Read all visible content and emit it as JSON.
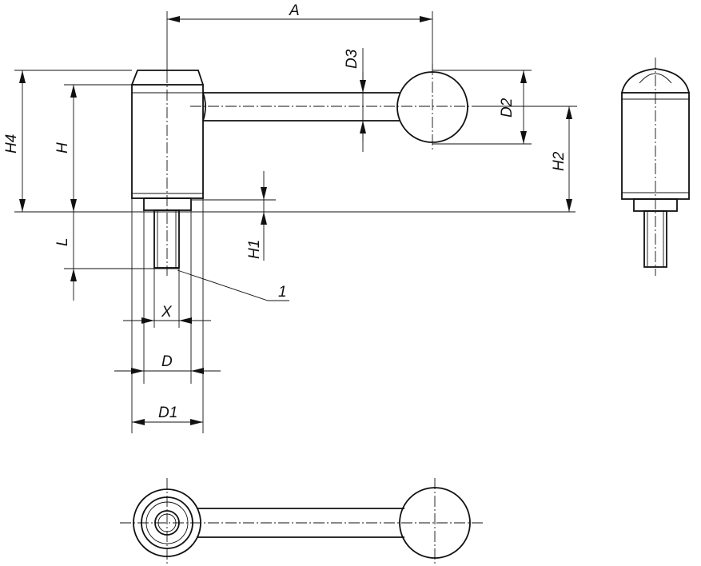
{
  "labels": {
    "A": "A",
    "D3": "D3",
    "D2": "D2",
    "H2": "H2",
    "H4": "H4",
    "H": "H",
    "L": "L",
    "H1": "H1",
    "callout_1": "1",
    "X": "X",
    "D": "D",
    "D1": "D1"
  }
}
